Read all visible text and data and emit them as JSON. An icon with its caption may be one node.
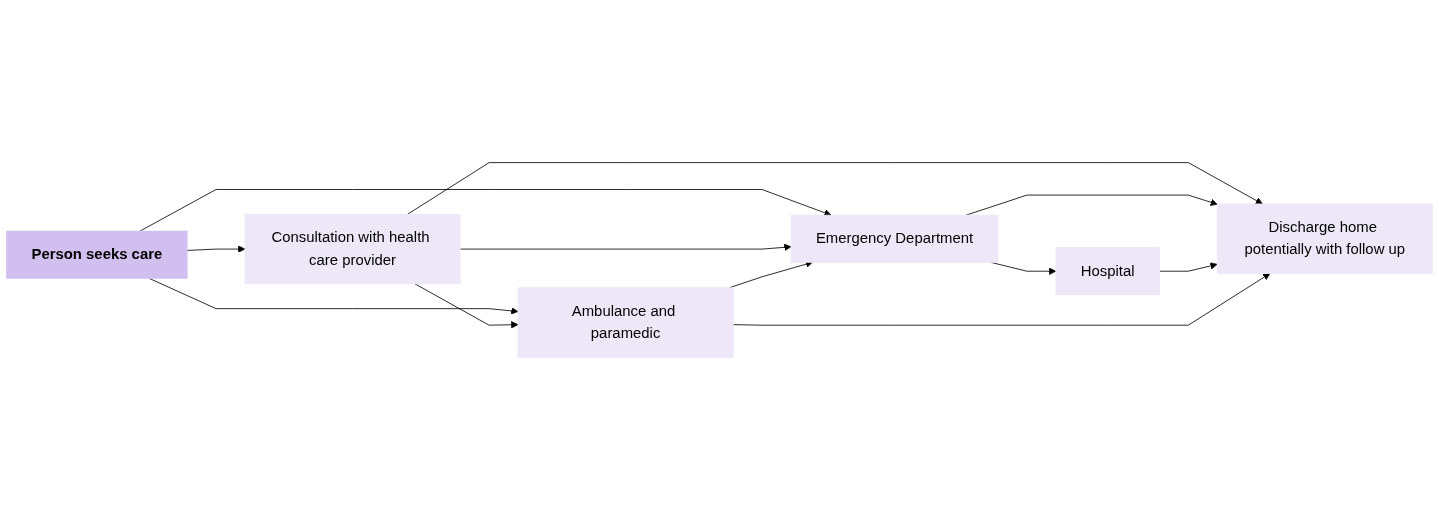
{
  "diagram": {
    "nodes": [
      {
        "text": [
          "Person seeks care"
        ]
      },
      {
        "text": [
          "Consultation with health care provider"
        ]
      },
      {
        "text": [
          "Emergency Department"
        ]
      },
      {
        "text": [
          "Hospital"
        ]
      },
      {
        "text": [
          "Ambulance and paramedic"
        ]
      },
      {
        "text": [
          "Discharge home potentially with follow up"
        ]
      }
    ],
    "edges": [
      {
        "from": 0,
        "to": 1,
        "arrow": "to"
      },
      {
        "from": 0,
        "to": 2,
        "arrow": "to"
      },
      {
        "from": 0,
        "to": 4,
        "arrow": "to"
      },
      {
        "from": 1,
        "to": 5,
        "arrow": "to"
      },
      {
        "from": 1,
        "to": 2,
        "arrow": "to"
      },
      {
        "from": 1,
        "to": 4,
        "arrow": "to"
      },
      {
        "from": 4,
        "to": 2,
        "arrow": "to"
      },
      {
        "from": 2,
        "to": 5,
        "arrow": "to"
      },
      {
        "from": 2,
        "to": 3,
        "arrow": "to"
      },
      {
        "from": 3,
        "to": 5,
        "arrow": "to"
      },
      {
        "from": 4,
        "to": 5,
        "arrow": "to"
      }
    ]
  }
}
